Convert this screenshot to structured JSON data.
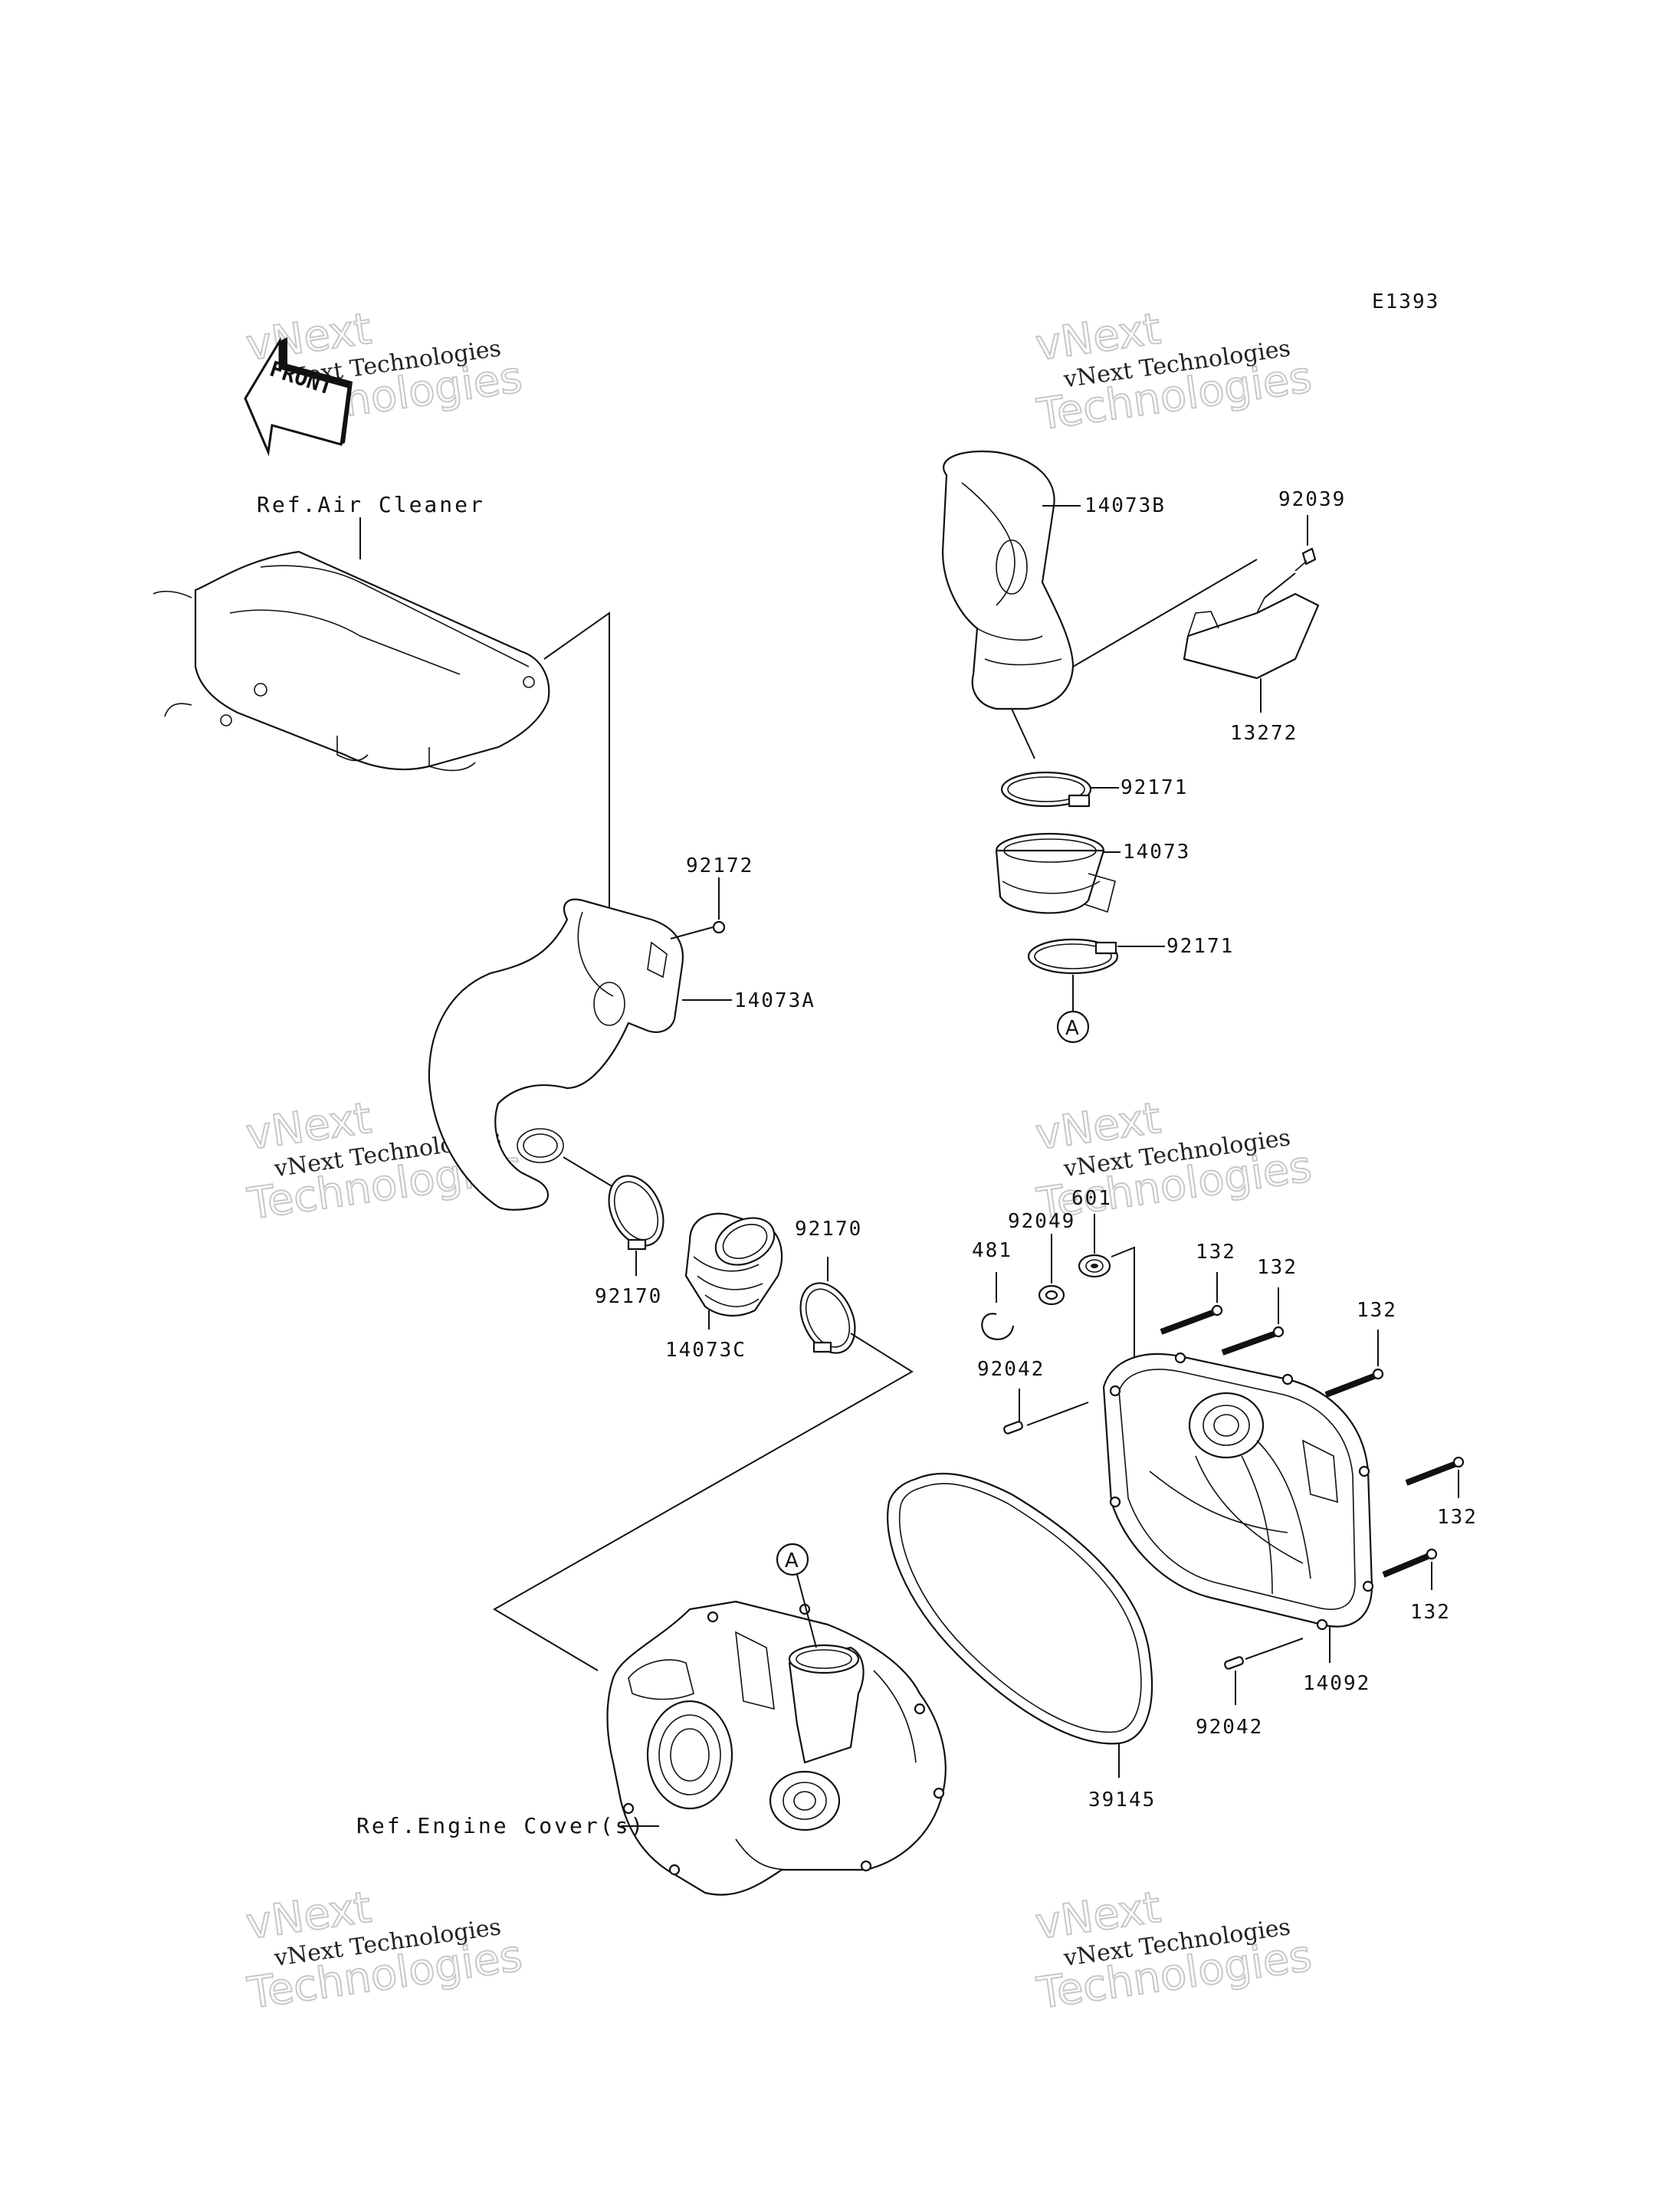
{
  "diagram_code": "E1393",
  "front_arrow": "FRONT",
  "watermark": {
    "line1": "vNext Technologies",
    "line2": "vNext",
    "line3": "Technologies"
  },
  "references": {
    "air_cleaner": "Ref.Air Cleaner",
    "engine_covers": "Ref.Engine Cover(s)"
  },
  "callouts": {
    "p14073B": "14073B",
    "p92039": "92039",
    "p13272": "13272",
    "p92171_top": "92171",
    "p14073": "14073",
    "p92171_bottom": "92171",
    "circle_a_top": "A",
    "p92172": "92172",
    "p14073A": "14073A",
    "p92170_left": "92170",
    "p14073C": "14073C",
    "p92170_right": "92170",
    "p601": "601",
    "p92049": "92049",
    "p481": "481",
    "p132_1": "132",
    "p132_2": "132",
    "p132_3": "132",
    "p132_4": "132",
    "p132_5": "132",
    "p92042_top": "92042",
    "p92042_bottom": "92042",
    "p14092": "14092",
    "p39145": "39145",
    "circle_a_bottom": "A"
  }
}
